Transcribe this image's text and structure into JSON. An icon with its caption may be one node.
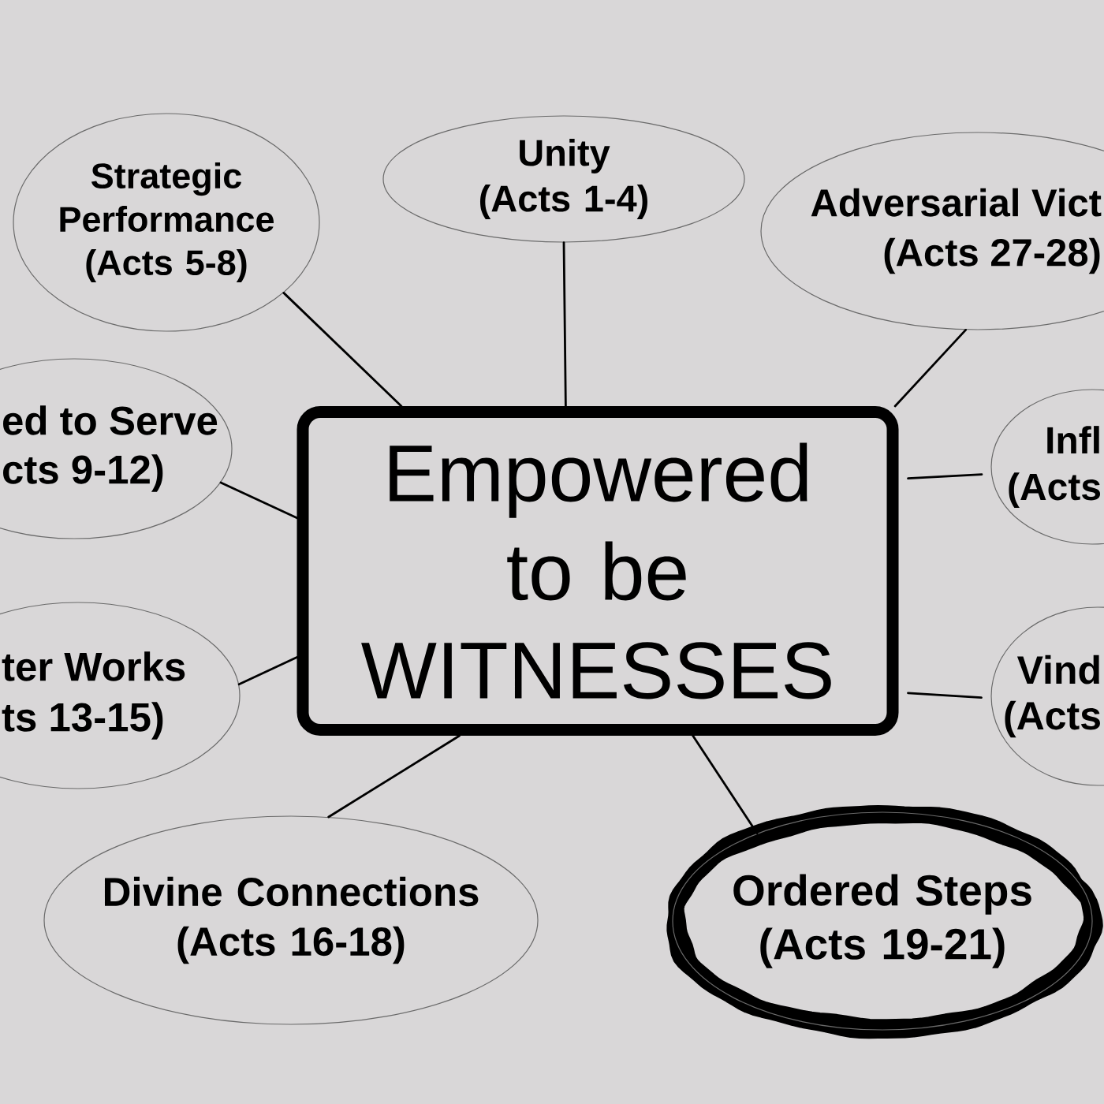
{
  "diagram": {
    "nodes": [
      {
        "text": [
          "Empowered to be WITNESSES"
        ]
      },
      {
        "text": [
          "Strategic Performance",
          "(Acts 5-8)"
        ]
      },
      {
        "text": [
          "Unity",
          "(Acts 1-4)"
        ]
      },
      {
        "text": [
          "Adversarial Vict",
          "(Acts 27-28)"
        ]
      },
      {
        "text": [
          "ed to Serve",
          "cts 9-12)"
        ]
      },
      {
        "text": [
          "Infl",
          "(Acts"
        ]
      },
      {
        "text": [
          "ter Works",
          "ts 13-15)"
        ]
      },
      {
        "text": [
          "Vind",
          "(Acts"
        ]
      },
      {
        "text": [
          "Divine Connections",
          "(Acts 16-18)"
        ]
      },
      {
        "text": [
          "Ordered Steps",
          "(Acts 19-21)"
        ]
      }
    ],
    "edges": [
      {
        "from": 0,
        "to": 1,
        "arrow": "none"
      },
      {
        "from": 0,
        "to": 2,
        "arrow": "none"
      },
      {
        "from": 0,
        "to": 3,
        "arrow": "none"
      },
      {
        "from": 0,
        "to": 4,
        "arrow": "none"
      },
      {
        "from": 0,
        "to": 5,
        "arrow": "none"
      },
      {
        "from": 0,
        "to": 6,
        "arrow": "none"
      },
      {
        "from": 0,
        "to": 7,
        "arrow": "none"
      },
      {
        "from": 0,
        "to": 8,
        "arrow": "none"
      },
      {
        "from": 0,
        "to": 9,
        "arrow": "none"
      }
    ]
  }
}
